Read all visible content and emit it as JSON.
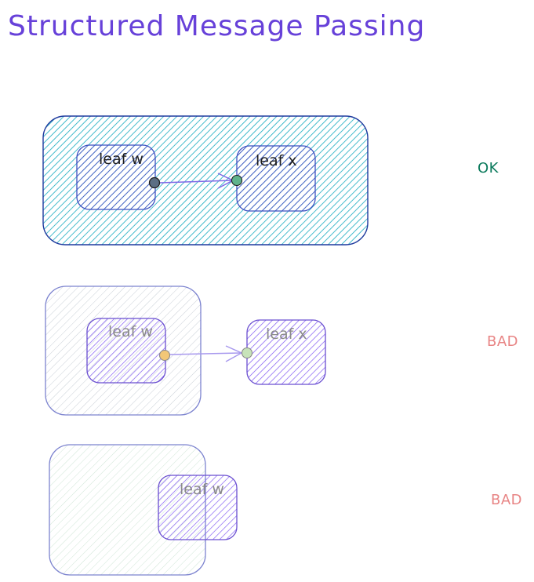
{
  "title": "Structured Message Passing",
  "title_color": "#6741d9",
  "examples": [
    {
      "leaf_a": "leaf w",
      "leaf_b": "leaf x",
      "status": "OK",
      "status_color": "#0b7a5c"
    },
    {
      "leaf_a": "leaf w",
      "leaf_b": "leaf x",
      "status": "BAD",
      "status_color": "#e88585"
    },
    {
      "leaf_a": "leaf w",
      "status": "BAD",
      "status_color": "#e88585"
    }
  ],
  "colors": {
    "container_ok_fill": "#15aabf",
    "container_ok_stroke": "#1e3a9e",
    "container_bad_stroke": "#7c83cf",
    "leaf_fill": "#7950f2",
    "leaf_stroke": "#6a4fd0",
    "arrow": "#7f68e6",
    "port_sender": "#f2c777",
    "port_receiver": "#7fd6a4"
  }
}
